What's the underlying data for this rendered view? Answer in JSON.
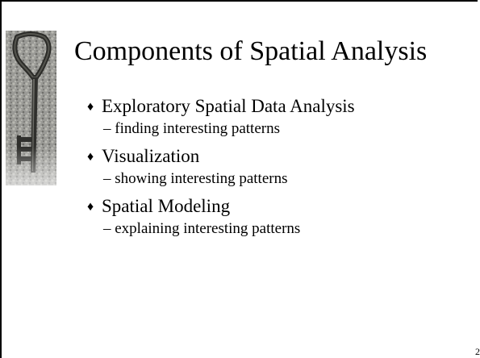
{
  "slide": {
    "title": "Components of Spatial Analysis",
    "bullets": [
      {
        "text": "Exploratory Spatial Data Analysis",
        "sub": "– finding interesting patterns"
      },
      {
        "text": "Visualization",
        "sub": "– showing interesting patterns"
      },
      {
        "text": "Spatial Modeling",
        "sub": "– explaining interesting patterns"
      }
    ],
    "bullet_glyph": "♦",
    "page_number": "2",
    "image": "key-icon"
  }
}
